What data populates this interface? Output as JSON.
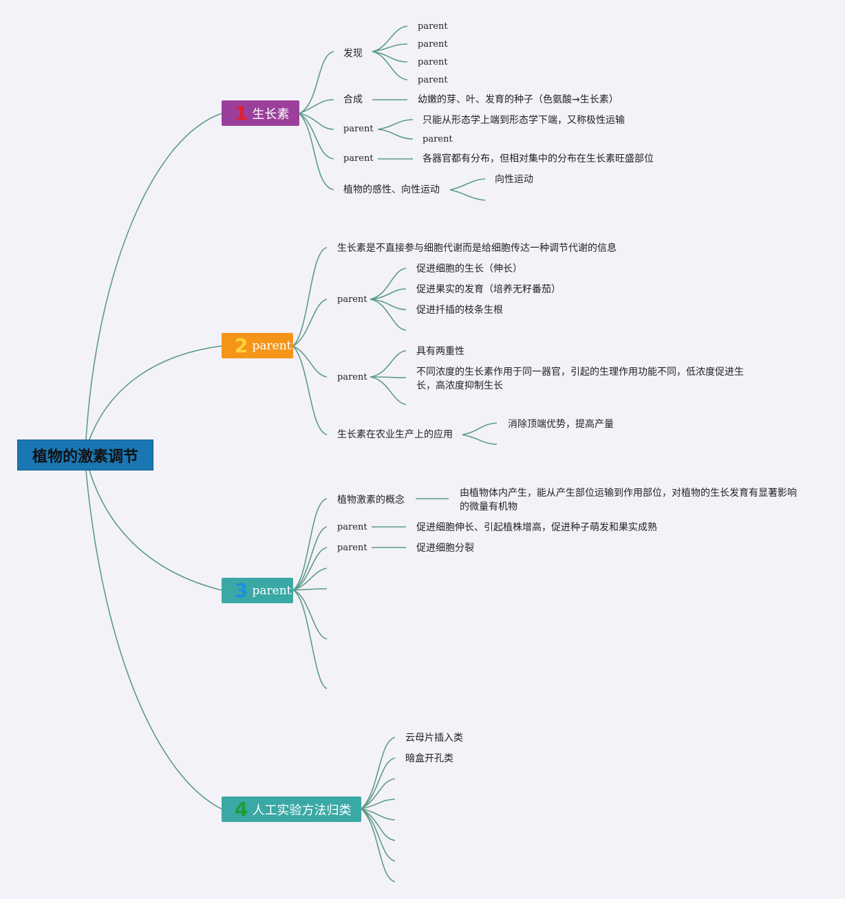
{
  "root": {
    "label": "植物的激素调节"
  },
  "colors": {
    "branch1": "#9b3f9a",
    "branch2": "#f49519",
    "branch3": "#3aa8a4",
    "branch4": "#3aa8a4",
    "link": "#5a9a8a",
    "num1": "#e0202c",
    "num2": "#ffd43a",
    "num3": "#1f8fe0",
    "num4": "#1f9b3a"
  },
  "branches": [
    {
      "num": "1",
      "label": "生长素",
      "children": [
        {
          "label": "发现",
          "children": [
            "parent",
            "parent",
            "parent",
            "parent"
          ]
        },
        {
          "label": "合成",
          "children": [
            "幼嫩的芽、叶、发育的种子（色氨酸→生长素）"
          ]
        },
        {
          "label": "parent",
          "children": [
            "只能从形态学上端到形态学下端，又称极性运输",
            "parent"
          ]
        },
        {
          "label": "parent",
          "children": [
            "各器官都有分布，但相对集中的分布在生长素旺盛部位"
          ]
        },
        {
          "label": "植物的感性、向性运动",
          "children": [
            "向性运动"
          ]
        }
      ]
    },
    {
      "num": "2",
      "label": "parent",
      "children": [
        {
          "label": "生长素是不直接参与细胞代谢而是给细胞传达一种调节代谢的信息"
        },
        {
          "label": "parent",
          "children": [
            "促进细胞的生长（伸长）",
            "促进果实的发育（培养无籽番茄）",
            "促进扦插的枝条生根"
          ]
        },
        {
          "label": "parent",
          "children": [
            "具有两重性",
            "不同浓度的生长素作用于同一器官，引起的生理作用功能不同，低浓度促进生长，高浓度抑制生长"
          ]
        },
        {
          "label": "生长素在农业生产上的应用",
          "children": [
            "消除顶端优势，提高产量"
          ]
        }
      ]
    },
    {
      "num": "3",
      "label": "parent",
      "children": [
        {
          "label": "植物激素的概念",
          "children": [
            "由植物体内产生，能从产生部位运输到作用部位，对植物的生长发育有显著影响的微量有机物"
          ]
        },
        {
          "label": "parent",
          "children": [
            "促进细胞伸长、引起植株增高，促进种子萌发和果实成熟"
          ]
        },
        {
          "label": "parent",
          "children": [
            "促进细胞分裂"
          ]
        }
      ]
    },
    {
      "num": "4",
      "label": "人工实验方法归类",
      "children": [
        {
          "label": "云母片插入类"
        },
        {
          "label": "暗盒开孔类"
        }
      ]
    }
  ]
}
